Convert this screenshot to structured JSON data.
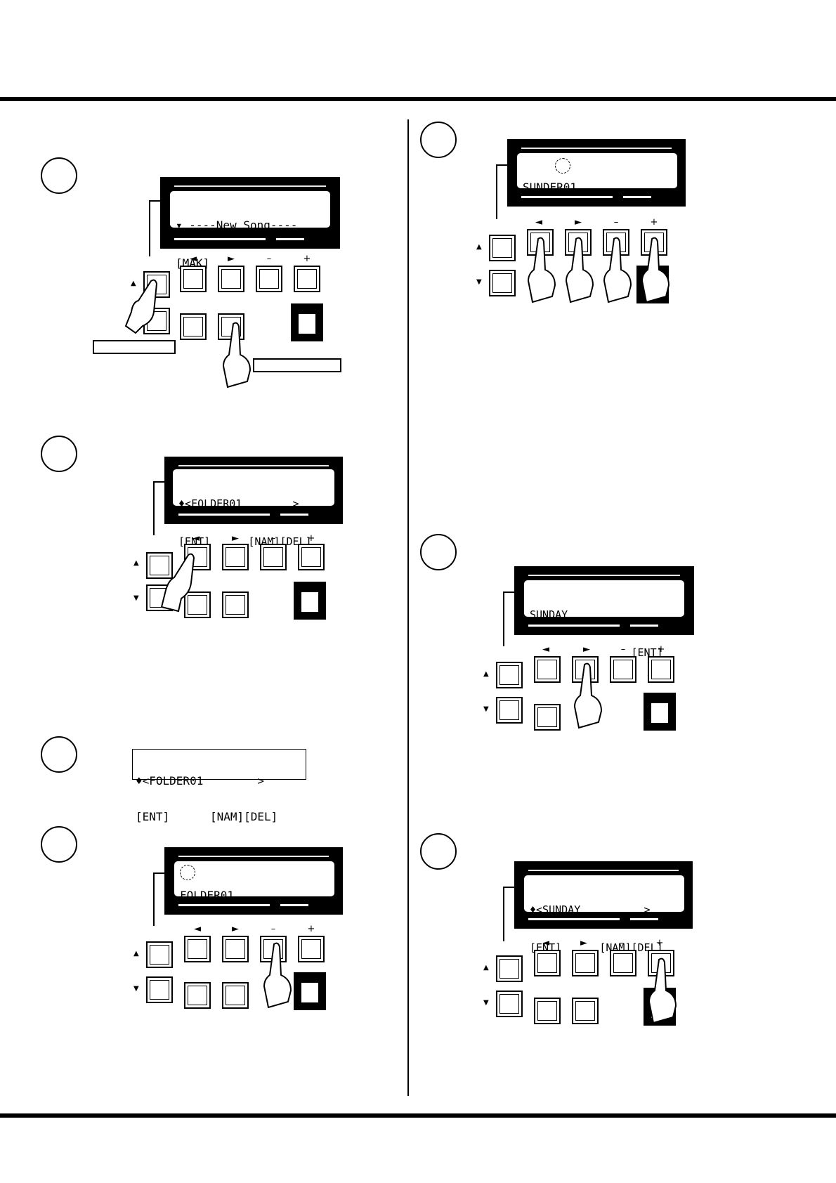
{
  "step1": {
    "line1": "▾ ----New Song----",
    "line2": "[MAK]"
  },
  "step2": {
    "line1": "♦<FOLDER01        >",
    "line2": "[ENT]      [NAM][DEL]"
  },
  "step3": {
    "line1": "♦<FOLDER01        >",
    "line2": "[ENT]      [NAM][DEL]"
  },
  "step4": {
    "line1": "FOLDER01␣␣␣␣␣␣␣␣",
    "line2": ""
  },
  "step5": {
    "line1": "SUNDER01␣␣␣␣␣␣␣␣",
    "line2": ""
  },
  "step6": {
    "line1": "SUNDAY␣␣␣␣␣␣␣␣␣␣",
    "line2": "                [ENT]"
  },
  "step7": {
    "line1": "♦<SUNDAY          >",
    "line2": "[ENT]      [NAM][DEL]"
  },
  "glyphs": {
    "left": "◄",
    "right": "►",
    "minus": "–",
    "plus": "+",
    "up": "▲",
    "down": "▼"
  }
}
